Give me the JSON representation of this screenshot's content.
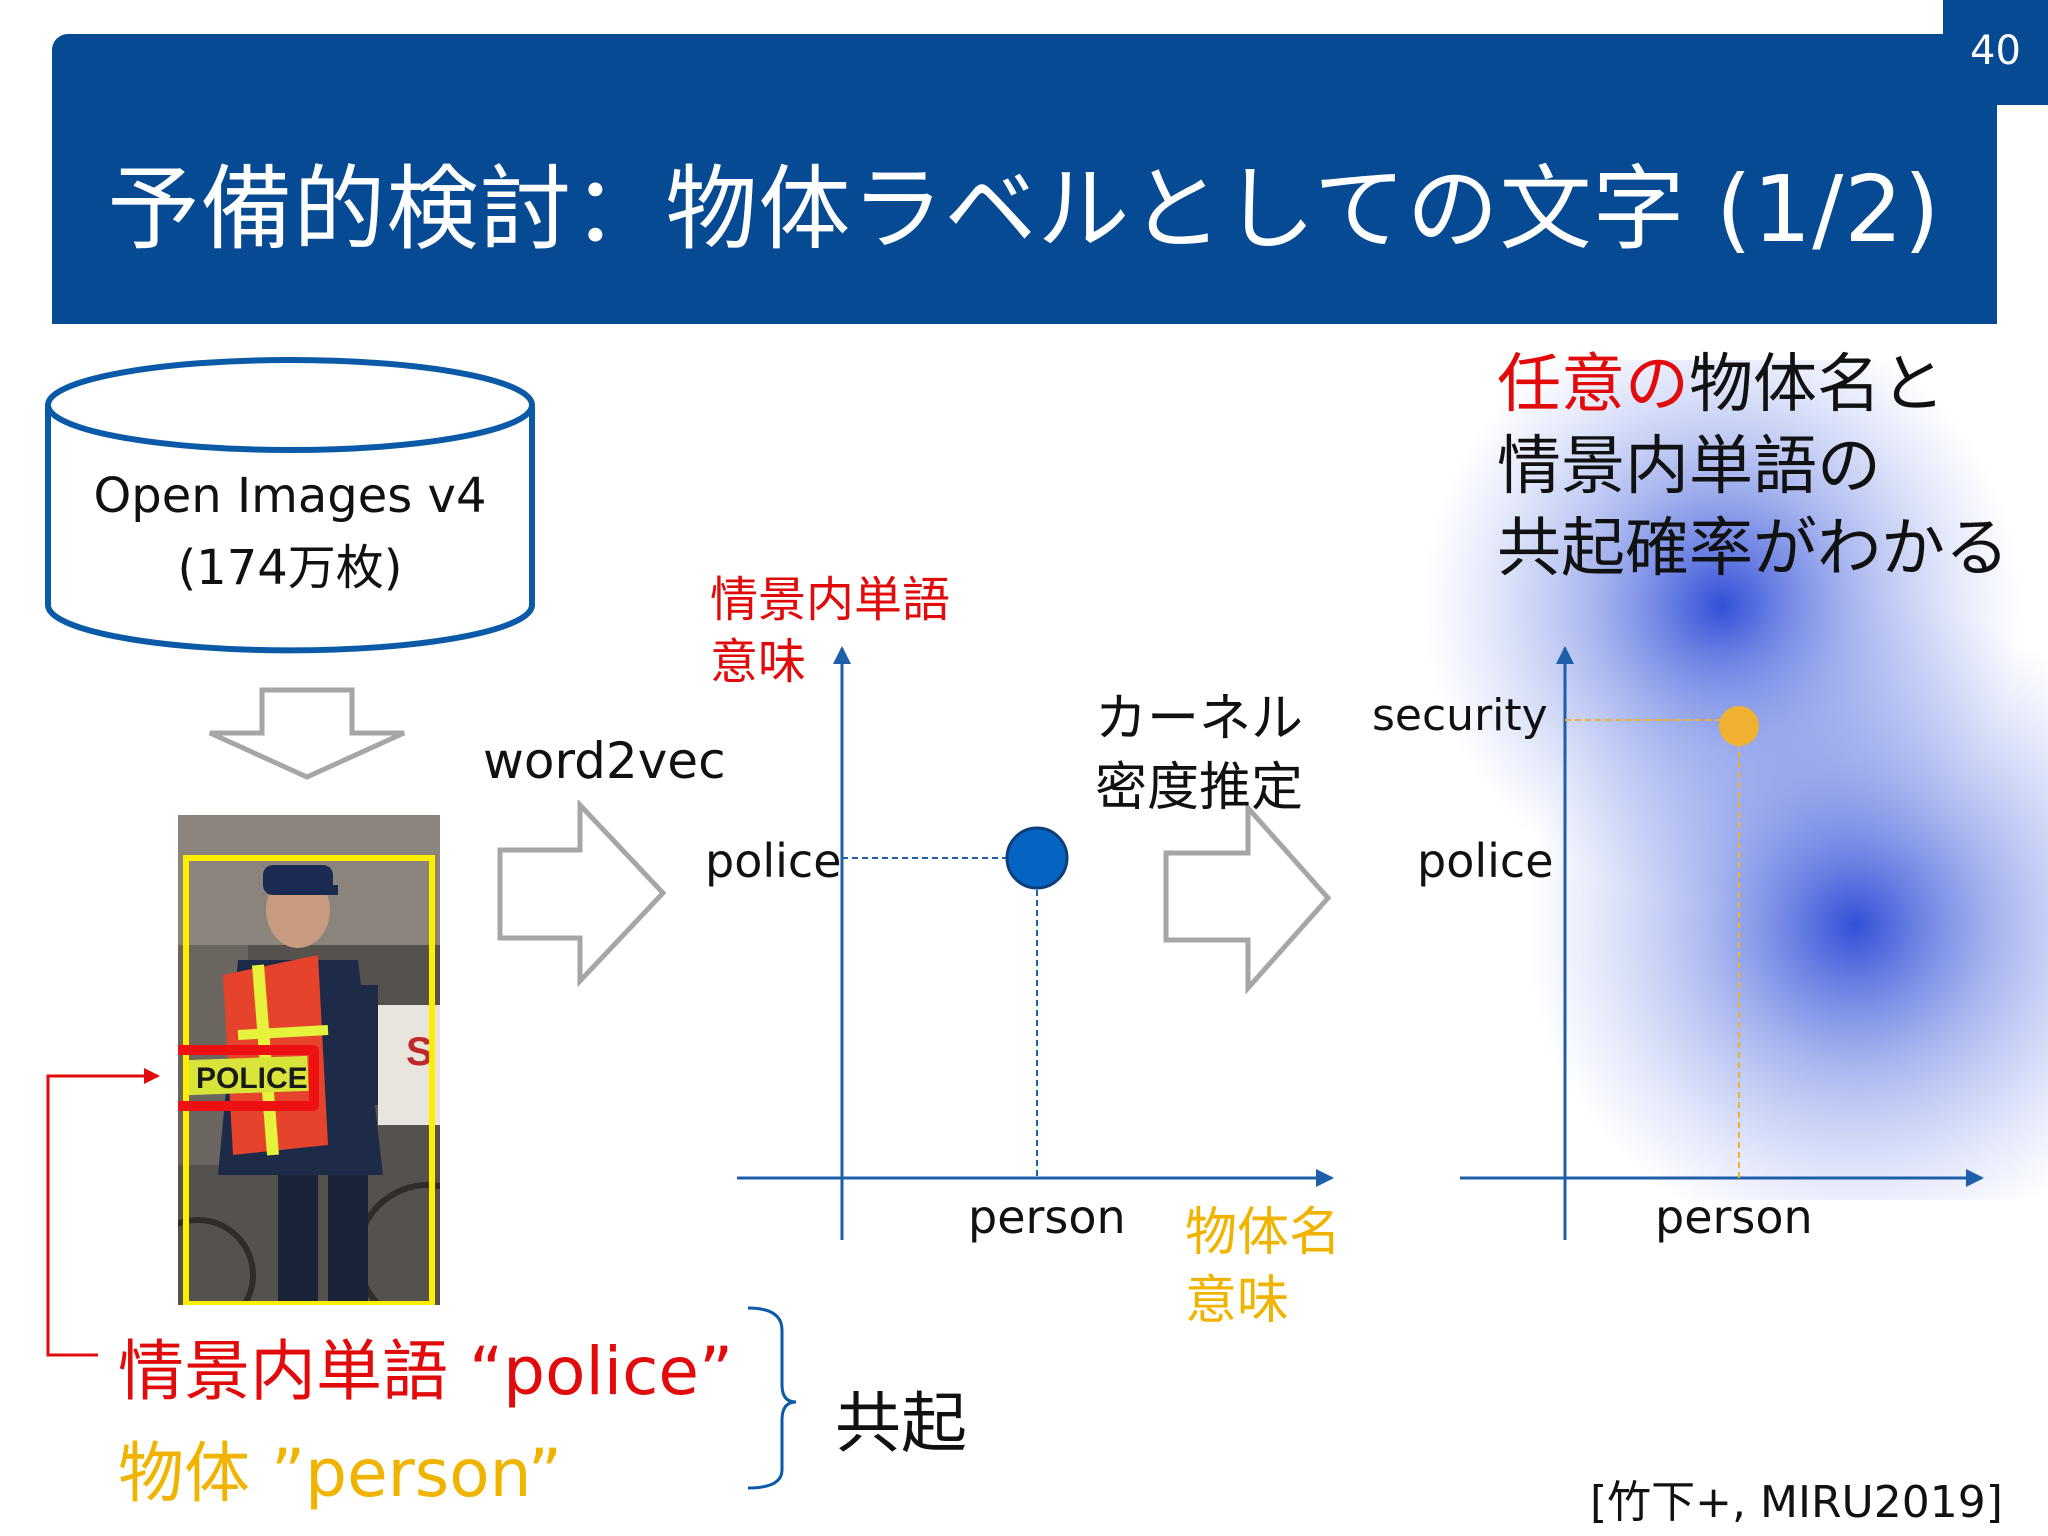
{
  "page_number": "40",
  "title": "予備的検討：物体ラベルとしての文字 (1/2)",
  "database": {
    "line1": "Open Images v4",
    "line2": "(174万枚)"
  },
  "step_word2vec": "word2vec",
  "step_kde": {
    "line1": "カーネル",
    "line2": "密度推定"
  },
  "y_axis_label": {
    "line1": "情景内単語",
    "line2": "意味"
  },
  "x_axis_label": {
    "line1": "物体名",
    "line2": "意味"
  },
  "left_plot": {
    "y_tick": "police",
    "x_tick": "person"
  },
  "right_plot": {
    "y_tick_top": "security",
    "y_tick_mid": "police",
    "x_tick": "person"
  },
  "conclusion": {
    "red_part": "任意の",
    "line1_rest": "物体名と",
    "line2": "情景内単語の",
    "line3": "共起確率がわかる"
  },
  "scene_word_caption": "情景内単語 “police”",
  "object_caption": "物体 ”person”",
  "cooccur_label": "共起",
  "citation": "[竹下+, MIRU2019]",
  "photo_text": {
    "vest": "POLICE",
    "sign_letter": "S"
  },
  "colors": {
    "header": "#054a92",
    "accent_red": "#e10b0b",
    "accent_yellow": "#f0b400",
    "point_blue": "#0563c1",
    "point_yellow": "#f0b030"
  }
}
